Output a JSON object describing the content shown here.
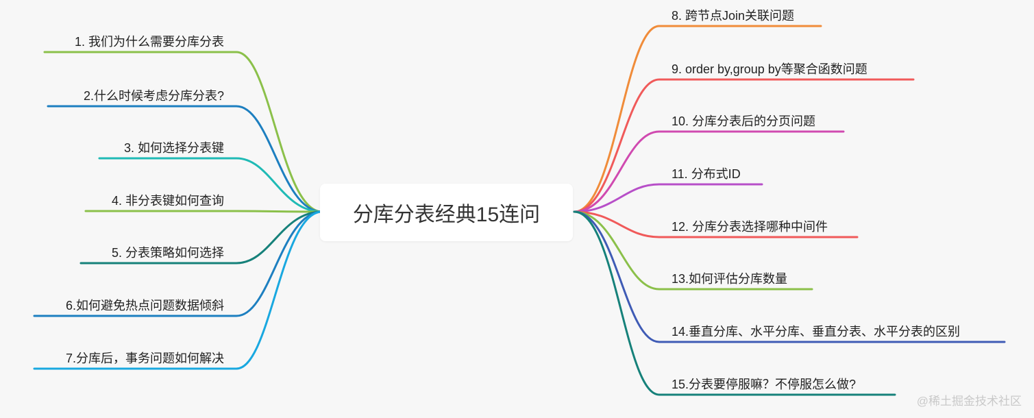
{
  "center": {
    "title": "分库分表经典15连问"
  },
  "left_branches": [
    {
      "label": "1. 我们为什么需要分库分表",
      "color": "#8bc04a"
    },
    {
      "label": "2.什么时候考虑分库分表?",
      "color": "#1d7fc0"
    },
    {
      "label": "3. 如何选择分表键",
      "color": "#1fbab5"
    },
    {
      "label": "4. 非分表键如何查询",
      "color": "#8bc04a"
    },
    {
      "label": "5.  分表策略如何选择",
      "color": "#16817a"
    },
    {
      "label": "6.如何避免热点问题数据倾斜",
      "color": "#1d7fc0"
    },
    {
      "label": "7.分库后，事务问题如何解决",
      "color": "#19a8e0"
    }
  ],
  "right_branches": [
    {
      "label": "8. 跨节点Join关联问题",
      "color": "#f08c3a"
    },
    {
      "label": "9. order by,group by等聚合函数问题",
      "color": "#f05a5a"
    },
    {
      "label": "10. 分库分表后的分页问题",
      "color": "#d04ab0"
    },
    {
      "label": "11. 分布式ID",
      "color": "#b74fc8"
    },
    {
      "label": "12. 分库分表选择哪种中间件",
      "color": "#f05a5a"
    },
    {
      "label": "13.如何评估分库数量",
      "color": "#8bc04a"
    },
    {
      "label": "14.垂直分库、水平分库、垂直分表、水平分表的区别",
      "color": "#3f5bb5"
    },
    {
      "label": "15.分表要停服嘛？不停服怎么做?",
      "color": "#16817a"
    }
  ],
  "watermark": "@稀土掘金技术社区"
}
